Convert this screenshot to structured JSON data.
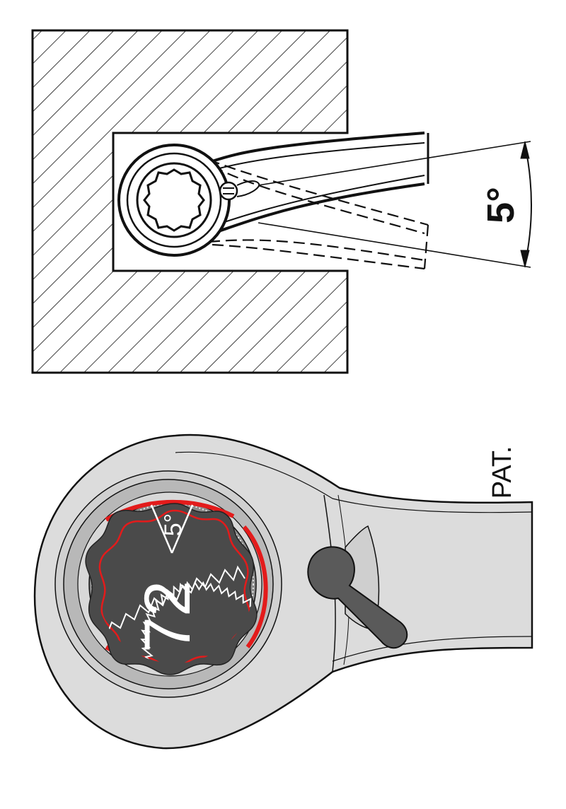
{
  "top_diagram": {
    "angle_label": "5°"
  },
  "ratchet_detail": {
    "teeth_count": "72",
    "swing_label": "5°",
    "pat_label": "PAT."
  },
  "colors": {
    "ink": "#111111",
    "accent_red": "#e31b1b",
    "metal_light": "#dcdcdc",
    "metal_mid": "#b8b8b8",
    "metal_dark": "#555555",
    "gear_face": "#4a4a4a"
  }
}
